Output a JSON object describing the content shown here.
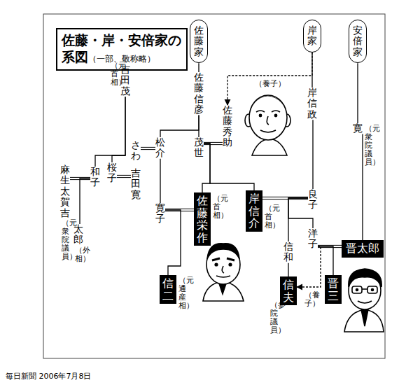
{
  "diagram": {
    "title": "佐藤・岸・安倍家の系図",
    "caption": "毎日新聞 2006年7月8日",
    "nodes": [
      {
        "text": [
          "佐藤家"
        ]
      },
      {
        "text": [
          "岸家"
        ]
      },
      {
        "text": [
          "安倍家"
        ]
      },
      {
        "text": [
          "佐藤信彦"
        ]
      },
      {
        "text": [
          "吉田茂",
          "（元首相）"
        ]
      },
      {
        "text": [
          "さわ"
        ]
      },
      {
        "text": [
          "松介"
        ]
      },
      {
        "text": [
          "茂世"
        ]
      },
      {
        "text": [
          "佐藤秀助"
        ]
      },
      {
        "text": [
          "岸信政"
        ]
      },
      {
        "text": [
          "寛",
          "（元衆院議員）"
        ]
      },
      {
        "text": [
          "麻生太賀吉",
          "（元衆院議員）"
        ]
      },
      {
        "text": [
          "和子"
        ]
      },
      {
        "text": [
          "桜子"
        ]
      },
      {
        "text": [
          "吉田寛"
        ]
      },
      {
        "text": [
          "寛子"
        ]
      },
      {
        "text": [
          "佐藤栄作",
          "（元首相）"
        ]
      },
      {
        "text": [
          "岸信介",
          "（元首相）"
        ]
      },
      {
        "text": [
          "良子"
        ]
      },
      {
        "text": [
          "太郎",
          "（外相）"
        ]
      },
      {
        "text": [
          "洋子"
        ]
      },
      {
        "text": [
          "晋太郎"
        ]
      },
      {
        "text": [
          "信和"
        ]
      },
      {
        "text": [
          "信二",
          "（元通産相）"
        ]
      },
      {
        "text": [
          "信夫",
          "（参院議員）"
        ]
      },
      {
        "text": [
          "晋三"
        ]
      }
    ],
    "edges": [
      {
        "from": 0,
        "to": 3,
        "arrow": "none"
      },
      {
        "from": 1,
        "to": 9,
        "arrow": "none"
      },
      {
        "from": 2,
        "to": 10,
        "arrow": "none"
      },
      {
        "from": 1,
        "to": 8,
        "label": "（養子）",
        "arrow": "to"
      },
      {
        "from": 3,
        "to": 6,
        "arrow": "none"
      },
      {
        "from": 3,
        "to": 7,
        "arrow": "none"
      },
      {
        "from": 7,
        "to": 8,
        "arrow": "none"
      },
      {
        "from": 5,
        "to": 6,
        "arrow": "none"
      },
      {
        "from": 4,
        "to": 12,
        "arrow": "none"
      },
      {
        "from": 4,
        "to": 13,
        "arrow": "none"
      },
      {
        "from": 13,
        "to": 14,
        "arrow": "none"
      },
      {
        "from": 12,
        "to": 11,
        "arrow": "none"
      },
      {
        "from": 12,
        "to": 19,
        "arrow": "none"
      },
      {
        "from": 6,
        "to": 15,
        "arrow": "none"
      },
      {
        "from": 15,
        "to": 16,
        "arrow": "none"
      },
      {
        "from": 7,
        "to": 16,
        "arrow": "none"
      },
      {
        "from": 7,
        "to": 17,
        "arrow": "none"
      },
      {
        "from": 9,
        "to": 18,
        "arrow": "none"
      },
      {
        "from": 17,
        "to": 18,
        "arrow": "none"
      },
      {
        "from": 18,
        "to": 20,
        "arrow": "none"
      },
      {
        "from": 18,
        "to": 22,
        "arrow": "none"
      },
      {
        "from": 20,
        "to": 21,
        "arrow": "none"
      },
      {
        "from": 10,
        "to": 21,
        "arrow": "none"
      },
      {
        "from": 15,
        "to": 23,
        "arrow": "none"
      },
      {
        "from": 20,
        "to": 25,
        "arrow": "none"
      },
      {
        "from": 22,
        "to": 24,
        "arrow": "none"
      },
      {
        "from": 20,
        "to": 24,
        "label": "（養子）",
        "arrow": "to"
      }
    ],
    "labels": [
      "（一部、敬称略）"
    ]
  }
}
